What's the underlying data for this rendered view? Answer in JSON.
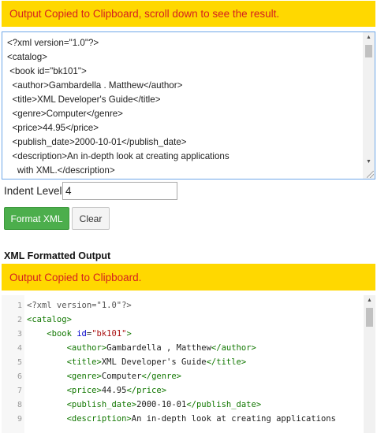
{
  "banner_top": "Output Copied to Clipboard, scroll down to see the result.",
  "input_lines": [
    "<?xml version=\"1.0\"?>",
    "<catalog>",
    " <book id=\"bk101\">",
    "  <author>Gambardella . Matthew</author>",
    "  <title>XML Developer's Guide</title>",
    "  <genre>Computer</genre>",
    "  <price>44.95</price>",
    "  <publish_date>2000-10-01</publish_date>",
    "  <description>An in-depth look at creating applications",
    "    with XML.</description>"
  ],
  "indent": {
    "label": "Indent Level",
    "value": "4"
  },
  "buttons": {
    "format": "Format XML",
    "clear": "Clear"
  },
  "output_title": "XML Formatted Output",
  "banner_bottom": "Output Copied to Clipboard.",
  "output_lines": [
    {
      "num": "1",
      "indent": "",
      "parts": [
        {
          "t": "<?xml version=\"1.0\"?>",
          "c": "decl"
        }
      ]
    },
    {
      "num": "2",
      "indent": "",
      "parts": [
        {
          "t": "<catalog>",
          "c": "tag"
        }
      ]
    },
    {
      "num": "3",
      "indent": "    ",
      "parts": [
        {
          "t": "<book ",
          "c": "tag"
        },
        {
          "t": "id",
          "c": "attr"
        },
        {
          "t": "=",
          "c": ""
        },
        {
          "t": "\"bk101\"",
          "c": "str"
        },
        {
          "t": ">",
          "c": "tag"
        }
      ]
    },
    {
      "num": "4",
      "indent": "        ",
      "parts": [
        {
          "t": "<author>",
          "c": "tag"
        },
        {
          "t": "Gambardella , Matthew",
          "c": ""
        },
        {
          "t": "</author>",
          "c": "tag"
        }
      ]
    },
    {
      "num": "5",
      "indent": "        ",
      "parts": [
        {
          "t": "<title>",
          "c": "tag"
        },
        {
          "t": "XML Developer's Guide",
          "c": ""
        },
        {
          "t": "</title>",
          "c": "tag"
        }
      ]
    },
    {
      "num": "6",
      "indent": "        ",
      "parts": [
        {
          "t": "<genre>",
          "c": "tag"
        },
        {
          "t": "Computer",
          "c": ""
        },
        {
          "t": "</genre>",
          "c": "tag"
        }
      ]
    },
    {
      "num": "7",
      "indent": "        ",
      "parts": [
        {
          "t": "<price>",
          "c": "tag"
        },
        {
          "t": "44.95",
          "c": ""
        },
        {
          "t": "</price>",
          "c": "tag"
        }
      ]
    },
    {
      "num": "8",
      "indent": "        ",
      "parts": [
        {
          "t": "<publish_date>",
          "c": "tag"
        },
        {
          "t": "2000-10-01",
          "c": ""
        },
        {
          "t": "</publish_date>",
          "c": "tag"
        }
      ]
    },
    {
      "num": "9",
      "indent": "        ",
      "parts": [
        {
          "t": "<description>",
          "c": "tag"
        },
        {
          "t": "An in-depth look at creating applications",
          "c": ""
        }
      ]
    }
  ],
  "colors": {
    "banner_bg": "#ffd800",
    "banner_text": "#d42020",
    "format_button": "#4cae4c",
    "input_border": "#6fa7e8"
  },
  "icons": {
    "scroll_up": "scroll-up-arrow-icon",
    "scroll_down": "scroll-down-arrow-icon",
    "resize": "resize-grip-icon"
  }
}
